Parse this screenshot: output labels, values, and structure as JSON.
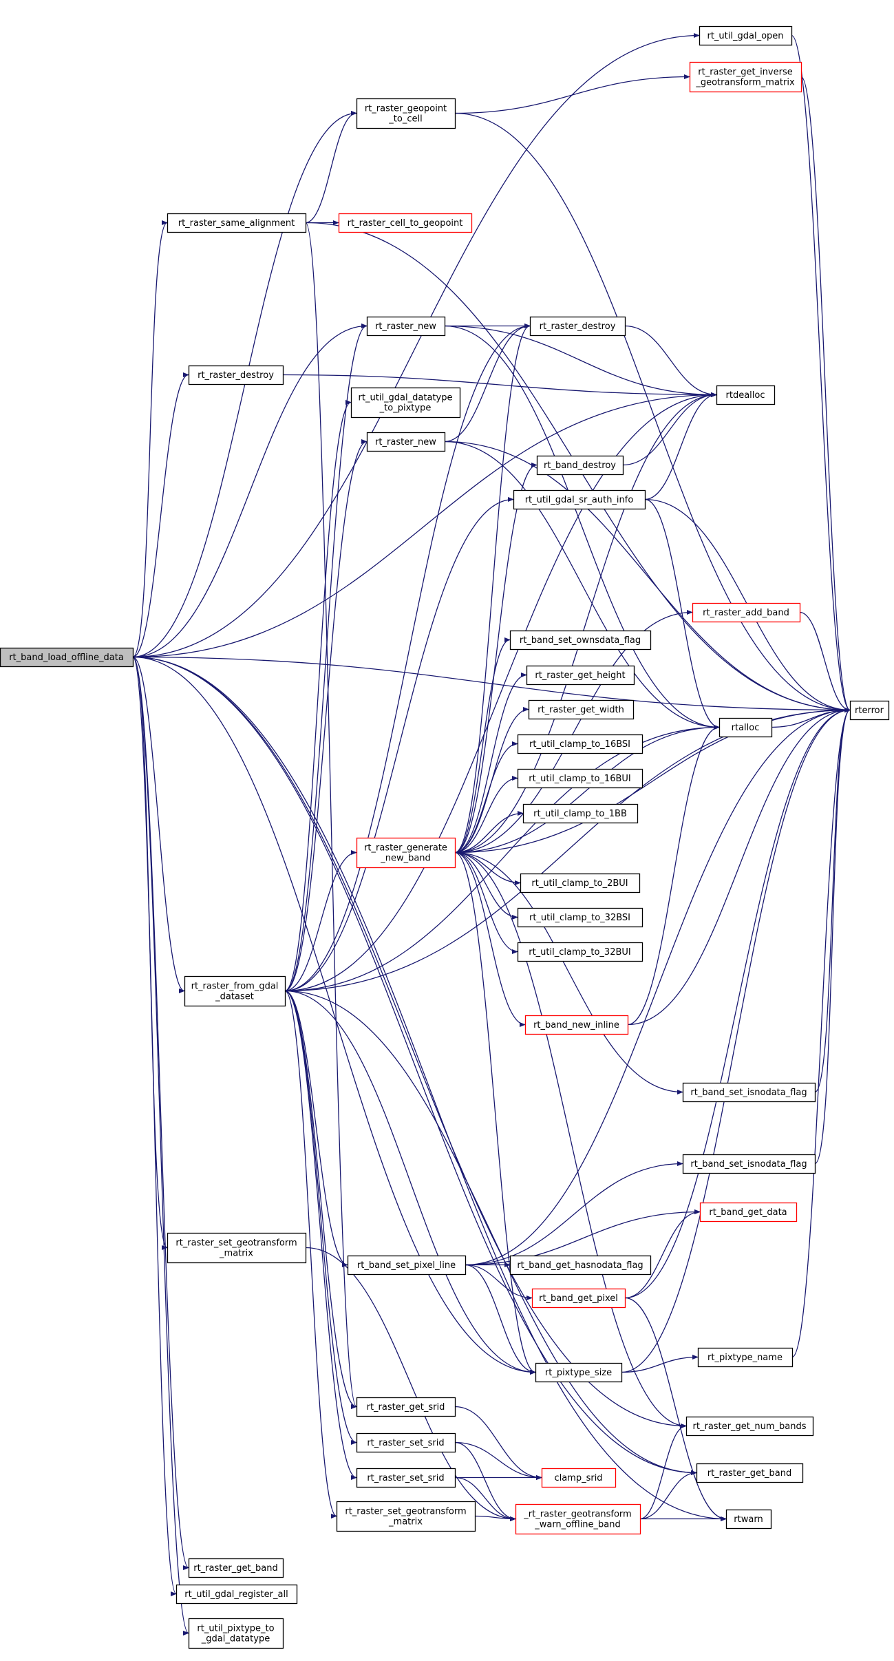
{
  "colors": {
    "edge": "#191970",
    "node_border_normal": "#000000",
    "node_border_truncated": "#ff0000",
    "root_fill": "#bfbfbf",
    "background": "#ffffff"
  },
  "nodes": [
    {
      "id": "load",
      "lines": [
        "rt_band_load_offline_data"
      ],
      "style": "root"
    },
    {
      "id": "gdal_open",
      "lines": [
        "rt_util_gdal_open"
      ],
      "style": "normal"
    },
    {
      "id": "inv_geo",
      "lines": [
        "rt_raster_get_inverse",
        "_geotransform_matrix"
      ],
      "style": "truncated"
    },
    {
      "id": "geopoint",
      "lines": [
        "rt_raster_geopoint",
        "_to_cell"
      ],
      "style": "normal"
    },
    {
      "id": "same_align",
      "lines": [
        "rt_raster_same_alignment"
      ],
      "style": "normal"
    },
    {
      "id": "cell_geo",
      "lines": [
        "rt_raster_cell_to_geopoint"
      ],
      "style": "truncated"
    },
    {
      "id": "rnew1",
      "lines": [
        "rt_raster_new"
      ],
      "style": "normal"
    },
    {
      "id": "rdestroy_l",
      "lines": [
        "rt_raster_destroy"
      ],
      "style": "normal"
    },
    {
      "id": "rdestroy_r",
      "lines": [
        "rt_raster_destroy"
      ],
      "style": "normal"
    },
    {
      "id": "dt_pix",
      "lines": [
        "rt_util_gdal_datatype",
        "_to_pixtype"
      ],
      "style": "normal"
    },
    {
      "id": "rtdealloc",
      "lines": [
        "rtdealloc"
      ],
      "style": "normal"
    },
    {
      "id": "rnew2",
      "lines": [
        "rt_raster_new"
      ],
      "style": "normal"
    },
    {
      "id": "band_destroy",
      "lines": [
        "rt_band_destroy"
      ],
      "style": "normal"
    },
    {
      "id": "sr_auth",
      "lines": [
        "rt_util_gdal_sr_auth_info"
      ],
      "style": "normal"
    },
    {
      "id": "add_band",
      "lines": [
        "rt_raster_add_band"
      ],
      "style": "truncated"
    },
    {
      "id": "ownsdata",
      "lines": [
        "rt_band_set_ownsdata_flag"
      ],
      "style": "normal"
    },
    {
      "id": "get_height",
      "lines": [
        "rt_raster_get_height"
      ],
      "style": "normal"
    },
    {
      "id": "get_width",
      "lines": [
        "rt_raster_get_width"
      ],
      "style": "normal"
    },
    {
      "id": "rterror",
      "lines": [
        "rterror"
      ],
      "style": "normal"
    },
    {
      "id": "rtalloc",
      "lines": [
        "rtalloc"
      ],
      "style": "normal"
    },
    {
      "id": "c16bsi",
      "lines": [
        "rt_util_clamp_to_16BSI"
      ],
      "style": "normal"
    },
    {
      "id": "c16bui",
      "lines": [
        "rt_util_clamp_to_16BUI"
      ],
      "style": "normal"
    },
    {
      "id": "c1bb",
      "lines": [
        "rt_util_clamp_to_1BB"
      ],
      "style": "normal"
    },
    {
      "id": "gen_band",
      "lines": [
        "rt_raster_generate",
        "_new_band"
      ],
      "style": "truncated"
    },
    {
      "id": "c2bui",
      "lines": [
        "rt_util_clamp_to_2BUI"
      ],
      "style": "normal"
    },
    {
      "id": "c32bsi",
      "lines": [
        "rt_util_clamp_to_32BSI"
      ],
      "style": "normal"
    },
    {
      "id": "c32bui",
      "lines": [
        "rt_util_clamp_to_32BUI"
      ],
      "style": "normal"
    },
    {
      "id": "from_gdal",
      "lines": [
        "rt_raster_from_gdal",
        "_dataset"
      ],
      "style": "normal"
    },
    {
      "id": "band_new_inline",
      "lines": [
        "rt_band_new_inline"
      ],
      "style": "truncated"
    },
    {
      "id": "isnodata1",
      "lines": [
        "rt_band_set_isnodata_flag"
      ],
      "style": "normal"
    },
    {
      "id": "isnodata2",
      "lines": [
        "rt_band_set_isnodata_flag"
      ],
      "style": "normal"
    },
    {
      "id": "get_data",
      "lines": [
        "rt_band_get_data"
      ],
      "style": "truncated"
    },
    {
      "id": "set_geo_l",
      "lines": [
        "rt_raster_set_geotransform",
        "_matrix"
      ],
      "style": "normal"
    },
    {
      "id": "pixel_line",
      "lines": [
        "rt_band_set_pixel_line"
      ],
      "style": "normal"
    },
    {
      "id": "hasnodata",
      "lines": [
        "rt_band_get_hasnodata_flag"
      ],
      "style": "normal"
    },
    {
      "id": "get_pixel",
      "lines": [
        "rt_band_get_pixel"
      ],
      "style": "truncated"
    },
    {
      "id": "pixtype_name",
      "lines": [
        "rt_pixtype_name"
      ],
      "style": "normal"
    },
    {
      "id": "pixtype_size",
      "lines": [
        "rt_pixtype_size"
      ],
      "style": "normal"
    },
    {
      "id": "get_srid",
      "lines": [
        "rt_raster_get_srid"
      ],
      "style": "normal"
    },
    {
      "id": "num_bands",
      "lines": [
        "rt_raster_get_num_bands"
      ],
      "style": "normal"
    },
    {
      "id": "set_srid1",
      "lines": [
        "rt_raster_set_srid"
      ],
      "style": "normal"
    },
    {
      "id": "get_band_r",
      "lines": [
        "rt_raster_get_band"
      ],
      "style": "normal"
    },
    {
      "id": "set_srid2",
      "lines": [
        "rt_raster_set_srid"
      ],
      "style": "normal"
    },
    {
      "id": "clamp_srid",
      "lines": [
        "clamp_srid"
      ],
      "style": "truncated"
    },
    {
      "id": "set_geo_m",
      "lines": [
        "rt_raster_set_geotransform",
        "_matrix"
      ],
      "style": "normal"
    },
    {
      "id": "warn_offline",
      "lines": [
        "_rt_raster_geotransform",
        "_warn_offline_band"
      ],
      "style": "truncated"
    },
    {
      "id": "rtwarn",
      "lines": [
        "rtwarn"
      ],
      "style": "normal"
    },
    {
      "id": "get_band_l",
      "lines": [
        "rt_raster_get_band"
      ],
      "style": "normal"
    },
    {
      "id": "register_all",
      "lines": [
        "rt_util_gdal_register_all"
      ],
      "style": "normal"
    },
    {
      "id": "pix_to_gdal",
      "lines": [
        "rt_util_pixtype_to",
        "_gdal_datatype"
      ],
      "style": "normal"
    }
  ],
  "edges": [
    [
      "load",
      "gdal_open"
    ],
    [
      "load",
      "geopoint"
    ],
    [
      "load",
      "same_align"
    ],
    [
      "load",
      "rterror"
    ],
    [
      "load",
      "rtdealloc"
    ],
    [
      "load",
      "rdestroy_l"
    ],
    [
      "load",
      "rnew1"
    ],
    [
      "load",
      "from_gdal"
    ],
    [
      "load",
      "set_geo_l"
    ],
    [
      "load",
      "get_band_l"
    ],
    [
      "load",
      "register_all"
    ],
    [
      "load",
      "pix_to_gdal"
    ],
    [
      "load",
      "pixtype_size"
    ],
    [
      "load",
      "num_bands"
    ],
    [
      "load",
      "get_band_r"
    ],
    [
      "load",
      "rtwarn"
    ],
    [
      "gdal_open",
      "rterror"
    ],
    [
      "inv_geo",
      "rterror"
    ],
    [
      "geopoint",
      "inv_geo"
    ],
    [
      "geopoint",
      "rterror"
    ],
    [
      "same_align",
      "geopoint"
    ],
    [
      "same_align",
      "cell_geo"
    ],
    [
      "same_align",
      "rterror"
    ],
    [
      "same_align",
      "get_srid"
    ],
    [
      "rdestroy_l",
      "rtdealloc"
    ],
    [
      "rnew1",
      "rdestroy_r"
    ],
    [
      "rnew1",
      "rtdealloc"
    ],
    [
      "rnew1",
      "rtalloc"
    ],
    [
      "rdestroy_r",
      "rtdealloc"
    ],
    [
      "rnew2",
      "rdestroy_r"
    ],
    [
      "rnew2",
      "rterror"
    ],
    [
      "rnew2",
      "rtalloc"
    ],
    [
      "band_destroy",
      "rtdealloc"
    ],
    [
      "sr_auth",
      "rtdealloc"
    ],
    [
      "sr_auth",
      "rtalloc"
    ],
    [
      "sr_auth",
      "rterror"
    ],
    [
      "add_band",
      "rterror"
    ],
    [
      "rtalloc",
      "rterror"
    ],
    [
      "gen_band",
      "rtdealloc"
    ],
    [
      "gen_band",
      "band_destroy"
    ],
    [
      "gen_band",
      "rdestroy_r"
    ],
    [
      "gen_band",
      "add_band"
    ],
    [
      "gen_band",
      "ownsdata"
    ],
    [
      "gen_band",
      "get_height"
    ],
    [
      "gen_band",
      "get_width"
    ],
    [
      "gen_band",
      "c16bsi"
    ],
    [
      "gen_band",
      "c16bui"
    ],
    [
      "gen_band",
      "c1bb"
    ],
    [
      "gen_band",
      "rtalloc"
    ],
    [
      "gen_band",
      "c2bui"
    ],
    [
      "gen_band",
      "c32bsi"
    ],
    [
      "gen_band",
      "c32bui"
    ],
    [
      "gen_band",
      "band_new_inline"
    ],
    [
      "gen_band",
      "rterror"
    ],
    [
      "gen_band",
      "isnodata1"
    ],
    [
      "gen_band",
      "pixtype_size"
    ],
    [
      "gen_band",
      "num_bands"
    ],
    [
      "band_new_inline",
      "rtalloc"
    ],
    [
      "band_new_inline",
      "rterror"
    ],
    [
      "isnodata1",
      "rterror"
    ],
    [
      "isnodata2",
      "rterror"
    ],
    [
      "from_gdal",
      "rnew1"
    ],
    [
      "from_gdal",
      "dt_pix"
    ],
    [
      "from_gdal",
      "rnew2"
    ],
    [
      "from_gdal",
      "rdestroy_r"
    ],
    [
      "from_gdal",
      "sr_auth"
    ],
    [
      "from_gdal",
      "gen_band"
    ],
    [
      "from_gdal",
      "rtalloc"
    ],
    [
      "from_gdal",
      "rterror"
    ],
    [
      "from_gdal",
      "pixel_line"
    ],
    [
      "from_gdal",
      "pixtype_size"
    ],
    [
      "from_gdal",
      "get_srid"
    ],
    [
      "from_gdal",
      "set_srid1"
    ],
    [
      "from_gdal",
      "set_srid2"
    ],
    [
      "from_gdal",
      "set_geo_m"
    ],
    [
      "from_gdal",
      "get_band_r"
    ],
    [
      "from_gdal",
      "rtdealloc"
    ],
    [
      "pixel_line",
      "isnodata2"
    ],
    [
      "pixel_line",
      "get_data"
    ],
    [
      "pixel_line",
      "hasnodata"
    ],
    [
      "pixel_line",
      "get_pixel"
    ],
    [
      "pixel_line",
      "pixtype_size"
    ],
    [
      "pixel_line",
      "rterror"
    ],
    [
      "get_pixel",
      "get_data"
    ],
    [
      "get_pixel",
      "rterror"
    ],
    [
      "get_pixel",
      "rtwarn"
    ],
    [
      "pixtype_size",
      "pixtype_name"
    ],
    [
      "pixtype_size",
      "rterror"
    ],
    [
      "pixtype_name",
      "rterror"
    ],
    [
      "get_srid",
      "clamp_srid"
    ],
    [
      "set_srid1",
      "clamp_srid"
    ],
    [
      "set_srid1",
      "warn_offline"
    ],
    [
      "set_srid2",
      "clamp_srid"
    ],
    [
      "set_srid2",
      "warn_offline"
    ],
    [
      "set_geo_m",
      "warn_offline"
    ],
    [
      "set_geo_l",
      "warn_offline"
    ],
    [
      "warn_offline",
      "num_bands"
    ],
    [
      "warn_offline",
      "get_band_r"
    ],
    [
      "warn_offline",
      "rtwarn"
    ]
  ]
}
